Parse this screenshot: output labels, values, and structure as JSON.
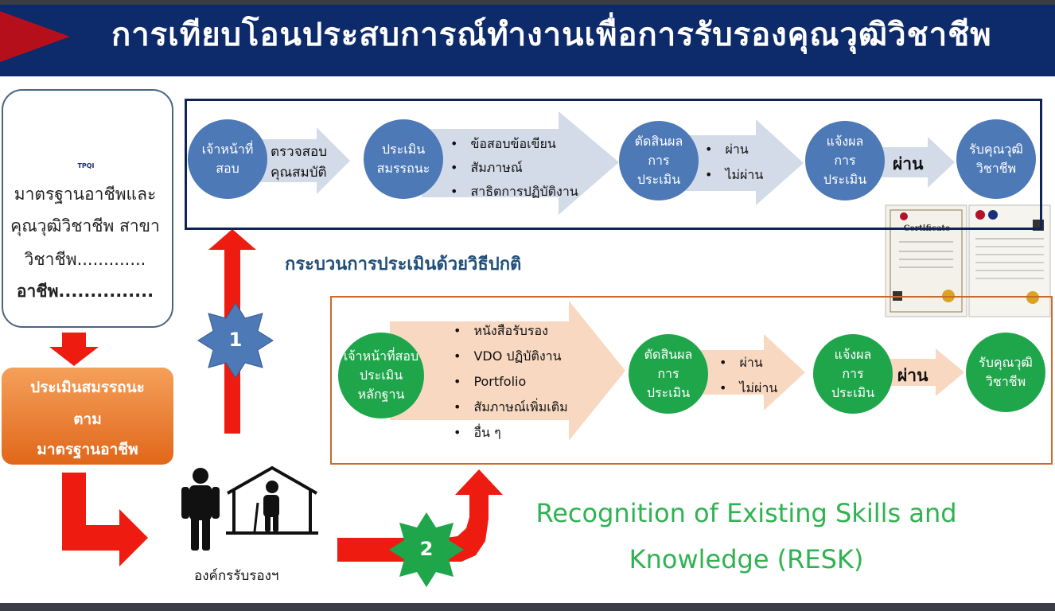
{
  "header": {
    "title": "การเทียบโอนประสบการณ์ทำงานเพื่อการรับรองคุณวุฒิวิชาชีพ"
  },
  "standard_box": {
    "logo_text": "TPQI",
    "lines": [
      "มาตรฐานอาชีพและ",
      "คุณวุฒิวิชาชีพ สาขา",
      "วิชาชีพ.............",
      "อาชีพ..............."
    ]
  },
  "assessment_box": {
    "lines": [
      "ประเมินสมรรถนะ",
      "ตาม",
      "มาตรฐานอาชีพ"
    ]
  },
  "organization": {
    "label": "องค์กรรับรองฯ"
  },
  "badges": {
    "one": "1",
    "two": "2"
  },
  "normal_process": {
    "label": "กระบวนการประเมินด้วยวิธีปกติ",
    "step1": [
      "เจ้าหน้าที่",
      "สอบ"
    ],
    "arrow1": [
      "ตรวจสอบ",
      "คุณสมบัติ"
    ],
    "step2": [
      "ประเมิน",
      "สมรรถนะ"
    ],
    "methods": [
      "ข้อสอบข้อเขียน",
      "สัมภาษณ์",
      "สาธิตการปฏิบัติงาน"
    ],
    "step3": [
      "ตัดสินผล",
      "การ",
      "ประเมิน"
    ],
    "results": [
      "ผ่าน",
      "ไม่ผ่าน"
    ],
    "step4": [
      "แจ้งผล",
      "การ",
      "ประเมิน"
    ],
    "pass": "ผ่าน",
    "step5": [
      "รับคุณวุฒิ",
      "วิชาชีพ"
    ]
  },
  "resk_process": {
    "step1": [
      "เจ้าหน้าที่สอบ",
      "ประเมิน",
      "หลักฐาน"
    ],
    "evidence": [
      "หนังสือรับรอง",
      "VDO ปฏิบัติงาน",
      "Portfolio",
      "สัมภาษณ์เพิ่มเติม",
      "อื่น ๆ"
    ],
    "step2": [
      "ตัดสินผล",
      "การ",
      "ประเมิน"
    ],
    "results": [
      "ผ่าน",
      "ไม่ผ่าน"
    ],
    "step3": [
      "แจ้งผล",
      "การ",
      "ประเมิน"
    ],
    "pass": "ผ่าน",
    "step4": [
      "รับคุณวุฒิ",
      "วิชาชีพ"
    ]
  },
  "resk_title": [
    "Recognition of Existing Skills and",
    "Knowledge (RESK)"
  ],
  "certificate": {
    "title": "Certificate"
  },
  "colors": {
    "navy": "#0d2a6b",
    "blue_circle": "#4d79b7",
    "green_circle": "#1fa64b",
    "red_arrow": "#ee1b10",
    "orange": "#e0671a",
    "resk_green": "#2fb350"
  }
}
